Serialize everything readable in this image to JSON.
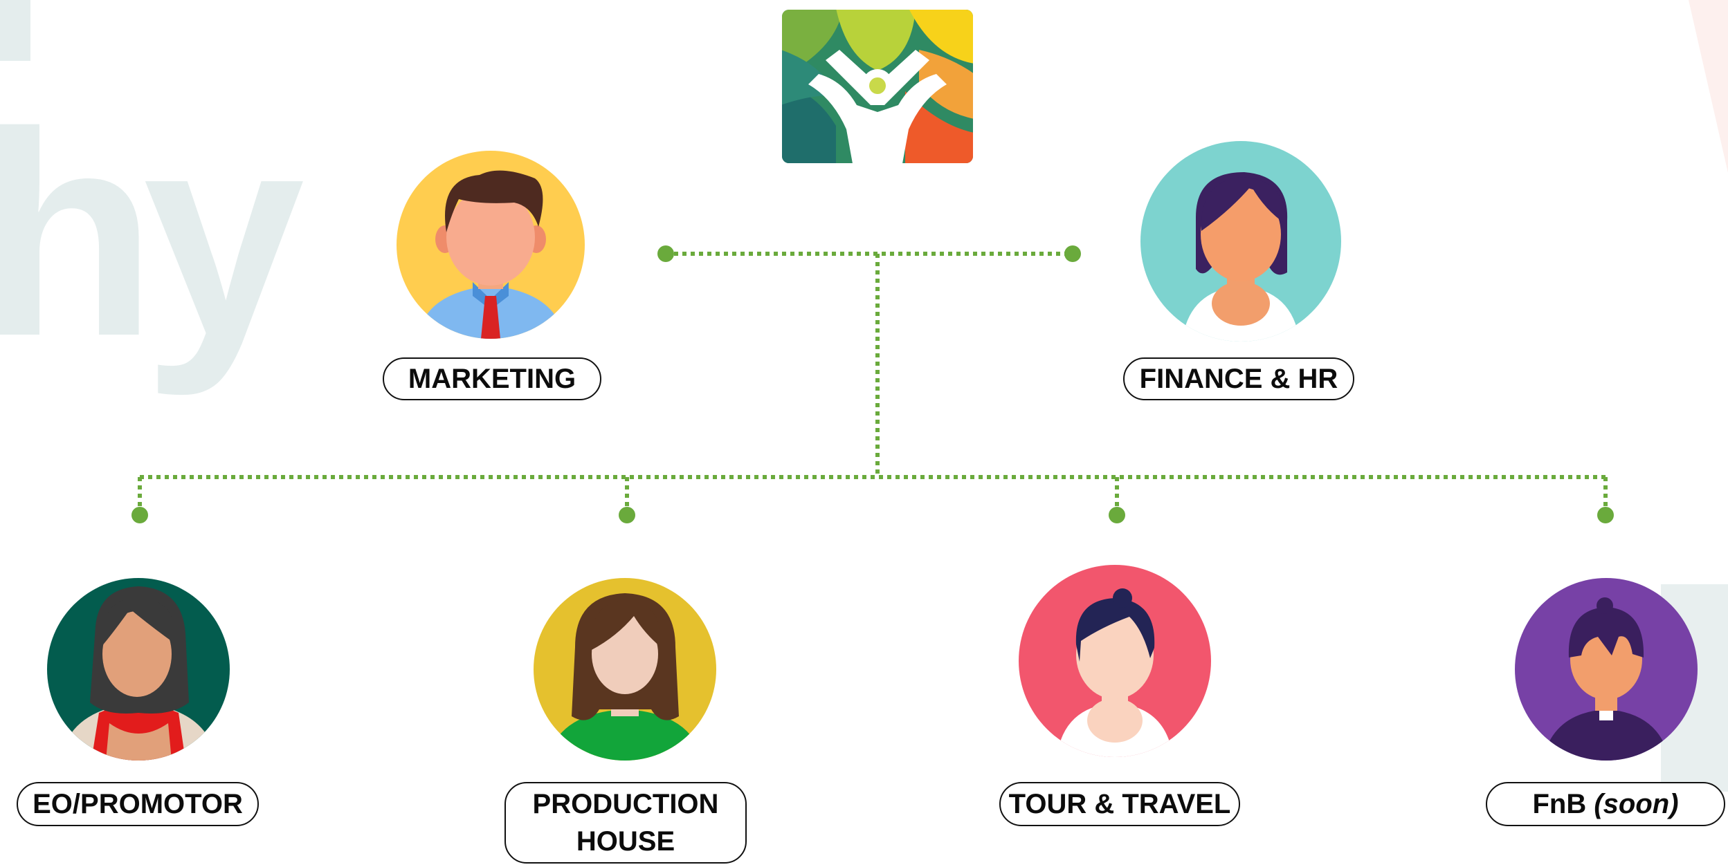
{
  "colors": {
    "connector": "#6aaa3c",
    "label_border": "#111111",
    "background_text": "#e4eded"
  },
  "background": {
    "letters": "hy"
  },
  "logo": {
    "icon": "multicolor-person-logo-icon"
  },
  "nodes": {
    "marketing": {
      "label": "MARKETING",
      "avatar_icon": "man-tie-avatar-icon",
      "circle_color": "#ffcd4f"
    },
    "finance": {
      "label": "FINANCE & HR",
      "avatar_icon": "woman-short-hair-avatar-icon",
      "circle_color": "#7dd3cf"
    },
    "eo": {
      "label": "EO/PROMOTOR",
      "avatar_icon": "woman-long-hair-avatar-icon",
      "circle_color": "#035c4e"
    },
    "production": {
      "label_line1": "PRODUCTION",
      "label_line2": "HOUSE",
      "avatar_icon": "woman-brown-hair-avatar-icon",
      "circle_color": "#e5c12e"
    },
    "tour": {
      "label": "TOUR & TRAVEL",
      "avatar_icon": "woman-bob-hair-avatar-icon",
      "circle_color": "#f2566d"
    },
    "fnb": {
      "label": "FnB",
      "label_suffix": "(soon)",
      "avatar_icon": "person-bangs-avatar-icon",
      "circle_color": "#7741a6"
    }
  }
}
